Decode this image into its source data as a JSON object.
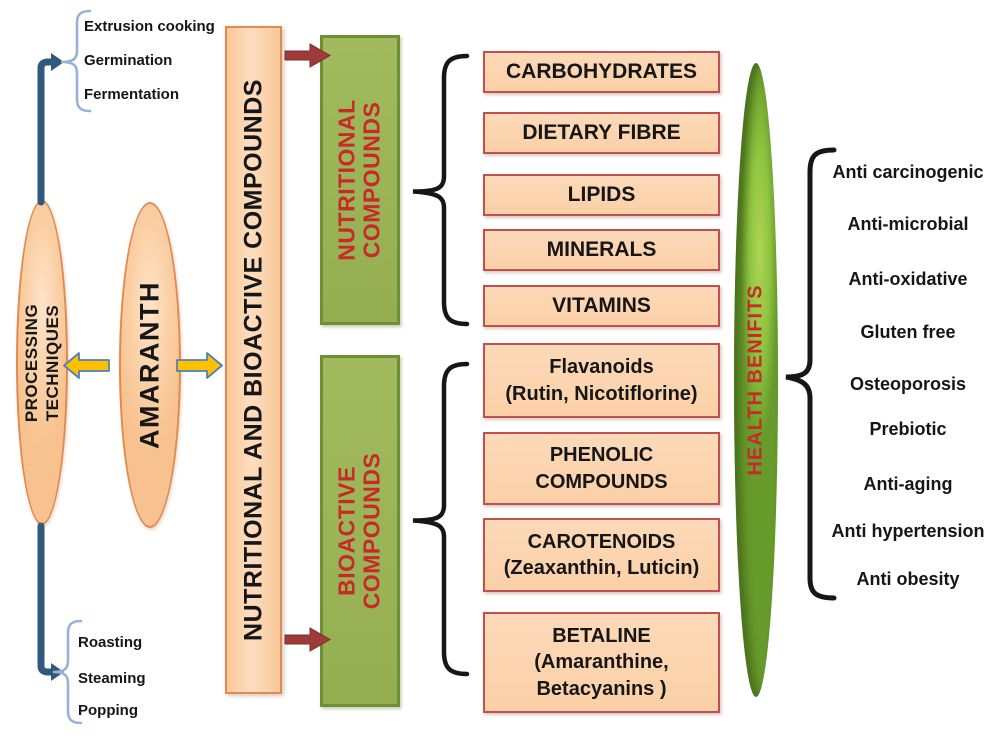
{
  "colors": {
    "peach_fill": "#fcd3ab",
    "orange_border": "#df8a4e",
    "box_border_red": "#c0504d",
    "green_fill": "#9cb45a",
    "green_border": "#6e9035",
    "health_green": "#8fc43f",
    "red_text": "#c62b28",
    "dark_red_arrow": "#9e3a38",
    "blue_arrow": "#31597d",
    "light_blue_bracket": "#95b3d7",
    "yellow_arrow": "#ffc000",
    "text_black": "#161616"
  },
  "processing": {
    "line1": "PROCESSING",
    "line2": "TECHNIQUES"
  },
  "amaranth_label": "AMARANTH",
  "compounds_column_label": "NUTRITIONAL AND BIOACTIVE COMPOUNDS",
  "top_techniques": [
    "Extrusion cooking",
    "Germination",
    "Fermentation"
  ],
  "bottom_techniques": [
    "Roasting",
    "Steaming",
    "Popping"
  ],
  "nutritional_group": {
    "line1": "NUTRITIONAL",
    "line2": "COMPOUNDS"
  },
  "bioactive_group": {
    "line1": "BIOACTIVE",
    "line2": "COMPOUNDS"
  },
  "nutritional_compounds": [
    "CARBOHYDRATES",
    "DIETARY FIBRE",
    "LIPIDS",
    "MINERALS",
    "VITAMINS"
  ],
  "bioactive_compounds": [
    {
      "line1": "Flavanoids",
      "line2": "(Rutin, Nicotiflorine)",
      "line3": ""
    },
    {
      "line1": "PHENOLIC",
      "line2": "COMPOUNDS",
      "line3": ""
    },
    {
      "line1": "CAROTENOIDS",
      "line2": "(Zeaxanthin, Luticin)",
      "line3": ""
    },
    {
      "line1": "BETALINE",
      "line2": "(Amaranthine,",
      "line3": "Betacyanins )"
    }
  ],
  "health": {
    "label": "HEALTH BENIFITS",
    "benefits": [
      "Anti carcinogenic",
      "Anti-microbial",
      "Anti-oxidative",
      "Gluten free",
      "Osteoporosis",
      "Prebiotic",
      "Anti-aging",
      "Anti hypertension",
      "Anti obesity"
    ]
  }
}
